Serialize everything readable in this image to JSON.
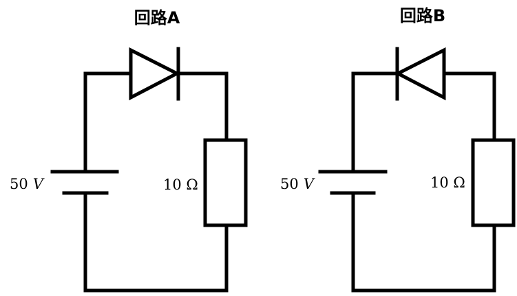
{
  "circuits": [
    {
      "title": "回路A",
      "battery": {
        "value": "50",
        "unit": "V"
      },
      "resistor": {
        "label": "10 Ω"
      },
      "diode_orientation": "pointing-right"
    },
    {
      "title": "回路B",
      "battery": {
        "value": "50",
        "unit": "V"
      },
      "resistor": {
        "label": "10 Ω"
      },
      "diode_orientation": "pointing-left"
    }
  ]
}
